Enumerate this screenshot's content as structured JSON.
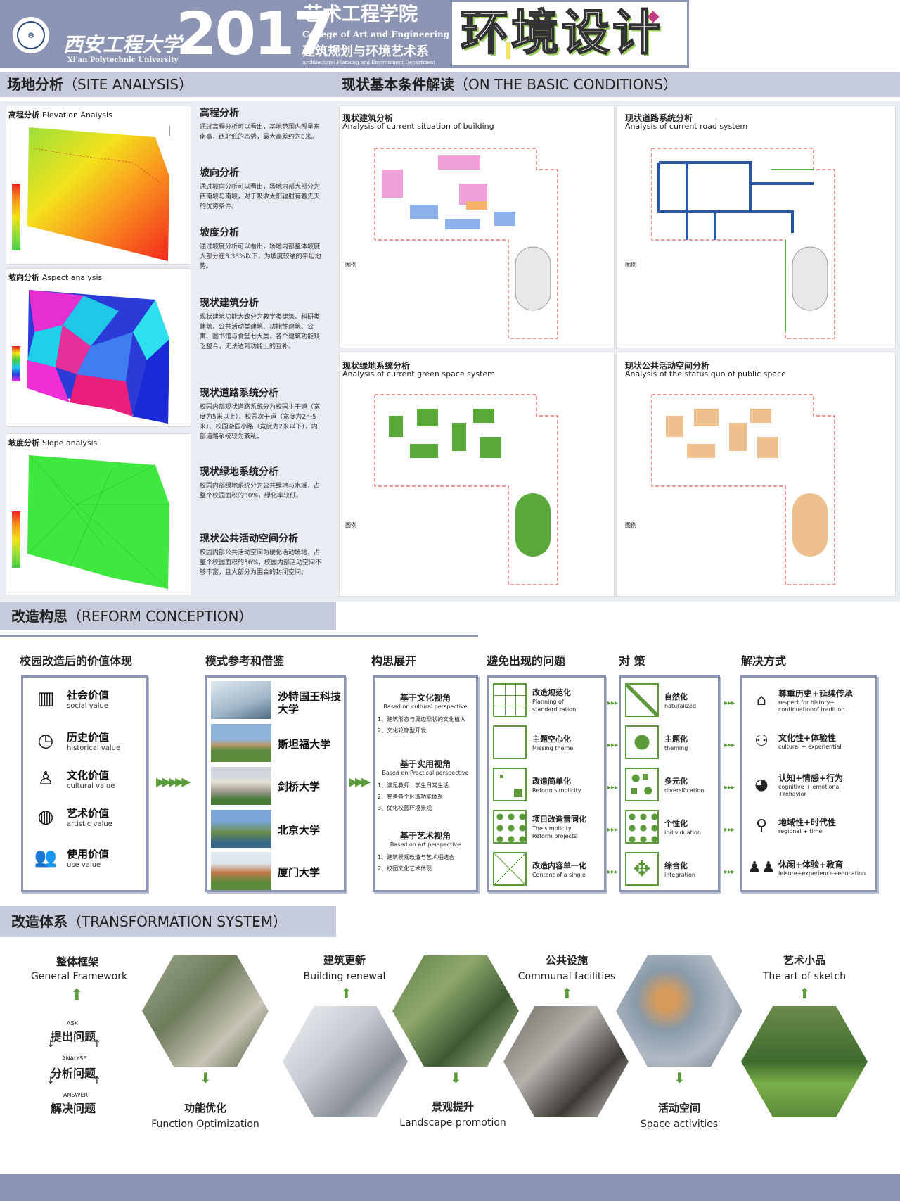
{
  "header": {
    "university_cn": "西安工程大学",
    "university_en": "Xi'an Polytechnic University",
    "year": "2017",
    "college_cn": "艺术工程学院",
    "college_en": "College of Art and Engineering",
    "dept_cn": "建筑规划与环境艺术系",
    "dept_en": "Architectural Planning and Environment Department",
    "title": "环境设计"
  },
  "site_analysis": {
    "section_cn": "场地分析",
    "section_en": "（SITE ANALYSIS）",
    "panels": [
      {
        "cn": "高程分析",
        "en": "Elevation Analysis"
      },
      {
        "cn": "坡向分析",
        "en": "Aspect analysis"
      },
      {
        "cn": "坡度分析",
        "en": "Slope analysis"
      }
    ],
    "texts": [
      {
        "head": "高程分析",
        "body": "通过高程分析可以看出，基地范围内部呈东南高，西北低的态势，最大高差约为8米。"
      },
      {
        "head": "坡向分析",
        "body": "通过坡向分析可以看出，场地内部大部分为西南坡与南坡，对于吸收太阳辐射有着先天的优势条件。"
      },
      {
        "head": "坡度分析",
        "body": "通过坡度分析可以看出，场地内部整体坡度大部分在3.33%以下，为坡度较缓的平坦地势。"
      },
      {
        "head": "现状建筑分析",
        "body": "现状建筑功能大致分为教学类建筑、科研类建筑、公共活动类建筑、功能性建筑、公寓、图书馆与食堂七大类，各个建筑功能缺乏整合，无法达到功能上的互补。"
      },
      {
        "head": "现状道路系统分析",
        "body": "校园内部现状道路系统分为校园主干道（宽度为5米以上）、校园次干道（宽度为2～5米）、校园游园小路（宽度为2米以下），内部道路系统较为紊乱。"
      },
      {
        "head": "现状绿地系统分析",
        "body": "校园内部绿地系统分为公共绿地与水域，占整个校园面积的30%，绿化率较低。"
      },
      {
        "head": "现状公共活动空间分析",
        "body": "校园内部公共活动空间为硬化活动场地，占整个校园面积的36%，校园内部活动空间不够丰富，且大部分为围合的封闭空间。"
      }
    ]
  },
  "conditions": {
    "section_cn": "现状基本条件解读",
    "section_en": "（ON THE BASIC CONDITIONS）",
    "maps": [
      {
        "cn": "现状建筑分析",
        "en": "Analysis of current situation of building",
        "legend": "图例"
      },
      {
        "cn": "现状道路系统分析",
        "en": "Analysis of current road system",
        "legend": "图例"
      },
      {
        "cn": "现状绿地系统分析",
        "en": "Analysis of current green space system",
        "legend": "图例"
      },
      {
        "cn": "现状公共活动空间分析",
        "en": "Analysis of the status quo of public space",
        "legend": "图例"
      }
    ]
  },
  "reform": {
    "section_cn": "改造构思",
    "section_en": "（REFORM CONCEPTION）",
    "col_heads": [
      "校园改造后的价值体现",
      "模式参考和借鉴",
      "构思展开",
      "避免出现的问题",
      "对 策",
      "解决方式"
    ],
    "values": [
      {
        "cn": "社会价值",
        "en": "social value",
        "icon": "building-icon"
      },
      {
        "cn": "历史价值",
        "en": "historical value",
        "icon": "clock-icon"
      },
      {
        "cn": "文化价值",
        "en": "cultural value",
        "icon": "figure-icon"
      },
      {
        "cn": "艺术价值",
        "en": "artistic value",
        "icon": "palette-icon"
      },
      {
        "cn": "使用价值",
        "en": "use value",
        "icon": "people-icon"
      }
    ],
    "references": [
      "沙特国王科技大学",
      "斯坦福大学",
      "剑桥大学",
      "北京大学",
      "厦门大学"
    ],
    "perspectives": [
      {
        "head": "基于文化视角",
        "en": "Based on cultural perspective",
        "items": [
          "1、建筑形态与周边现状的文化植入",
          "2、文化轮廓型开发"
        ]
      },
      {
        "head": "基于实用视角",
        "en": "Based on Practical perspective",
        "items": [
          "1、满足教师、学生日常生活",
          "2、完善各个区域功能体系",
          "3、优化校园环境景观"
        ]
      },
      {
        "head": "基于艺术视角",
        "en": "Based on art perspective",
        "items": [
          "1、建筑景观改造与艺术相结合",
          "2、校园文化艺术体现"
        ]
      }
    ],
    "problems": [
      {
        "cn": "改造规范化",
        "en": "Planning of standardization"
      },
      {
        "cn": "主题空心化",
        "en": "Missing theme"
      },
      {
        "cn": "改造简单化",
        "en": "Reform simplicity"
      },
      {
        "cn": "项目改造雷同化",
        "en": "The simplicity Reform projects"
      },
      {
        "cn": "改造内容单一化",
        "en": "Content of a single"
      }
    ],
    "strategies": [
      {
        "cn": "自然化",
        "en": "naturalized"
      },
      {
        "cn": "主题化",
        "en": "theming"
      },
      {
        "cn": "多元化",
        "en": "diversification"
      },
      {
        "cn": "个性化",
        "en": "individuation"
      },
      {
        "cn": "综合化",
        "en": "integration"
      }
    ],
    "solutions": [
      {
        "cn": "尊重历史+延续传承",
        "en": "respect for history+ continuationof tradition",
        "icon": "house-icon"
      },
      {
        "cn": "文化性+体验性",
        "en": "cultural + experiential",
        "icon": "dancers-icon"
      },
      {
        "cn": "认知+情感+行为",
        "en": "cognitive + emotional +rehavior",
        "icon": "pie-icon"
      },
      {
        "cn": "地域性+时代性",
        "en": "regional + time",
        "icon": "magnifier-icon"
      },
      {
        "cn": "休闲+体验+教育",
        "en": "leisure+experience+education",
        "icon": "crowd-icon"
      }
    ]
  },
  "system": {
    "section_cn": "改造体系",
    "section_en": "（TRANSFORMATION SYSTEM）",
    "framework_cn": "整体框架",
    "framework_en": "General Framework",
    "ask": "ASK",
    "ask_cn": "提出问题",
    "analyse": "ANALYSE",
    "analyse_cn": "分析问题",
    "answer": "ANSWER",
    "answer_cn": "解决问题",
    "items": [
      {
        "cn": "建筑更新",
        "en": "Building renewal"
      },
      {
        "cn": "公共设施",
        "en": "Communal facilities"
      },
      {
        "cn": "艺术小品",
        "en": "The art of sketch"
      },
      {
        "cn": "功能优化",
        "en": "Function Optimization"
      },
      {
        "cn": "景观提升",
        "en": "Landscape promotion"
      },
      {
        "cn": "活动空间",
        "en": "Space activities"
      }
    ]
  },
  "colors": {
    "accent": "#8c96b4",
    "green": "#5a9a3a",
    "bar": "#c5cbdb"
  }
}
